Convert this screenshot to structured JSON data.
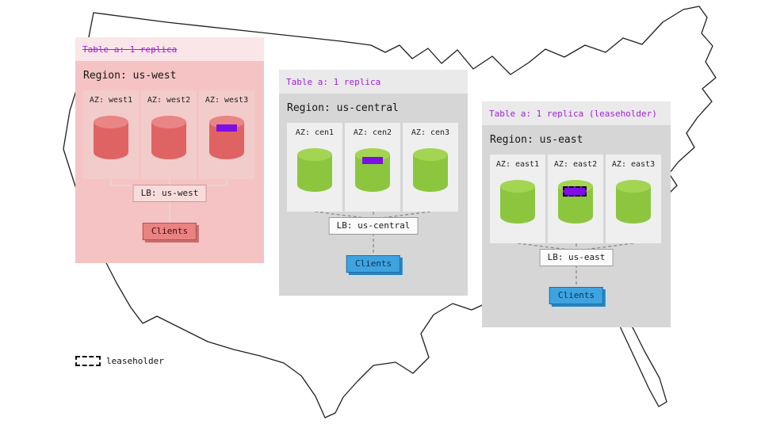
{
  "diagram": {
    "kind": "multi-region replication topology over US map",
    "colors": {
      "table_label_purple": "#a21fd6",
      "replica_marker_purple": "#7e0ee6",
      "inactive_region_pink": "#f5c3c3",
      "active_region_gray": "#d6d6d6",
      "cylinder_red": "#e06363",
      "cylinder_green": "#8cc63f",
      "clients_blue": "#3fa3e0",
      "clients_red": "#ea8282"
    }
  },
  "regions": [
    {
      "table_label": "Table a: 1 replica",
      "strikethrough": true,
      "region_label": "Region: us-west",
      "azs": [
        {
          "label": "AZ: west1",
          "marker": "none"
        },
        {
          "label": "AZ: west2",
          "marker": "none"
        },
        {
          "label": "AZ: west3",
          "marker": "replica"
        }
      ],
      "lb_label": "LB: us-west",
      "clients_label": "Clients"
    },
    {
      "table_label": "Table a: 1 replica",
      "strikethrough": false,
      "region_label": "Region: us-central",
      "azs": [
        {
          "label": "AZ: cen1",
          "marker": "none"
        },
        {
          "label": "AZ: cen2",
          "marker": "replica"
        },
        {
          "label": "AZ: cen3",
          "marker": "none"
        }
      ],
      "lb_label": "LB: us-central",
      "clients_label": "Clients"
    },
    {
      "table_label": "Table a: 1 replica (leaseholder)",
      "strikethrough": false,
      "region_label": "Region: us-east",
      "azs": [
        {
          "label": "AZ: east1",
          "marker": "none"
        },
        {
          "label": "AZ: east2",
          "marker": "leaseholder"
        },
        {
          "label": "AZ: east3",
          "marker": "none"
        }
      ],
      "lb_label": "LB: us-east",
      "clients_label": "Clients"
    }
  ],
  "legend": {
    "label": "leaseholder"
  }
}
